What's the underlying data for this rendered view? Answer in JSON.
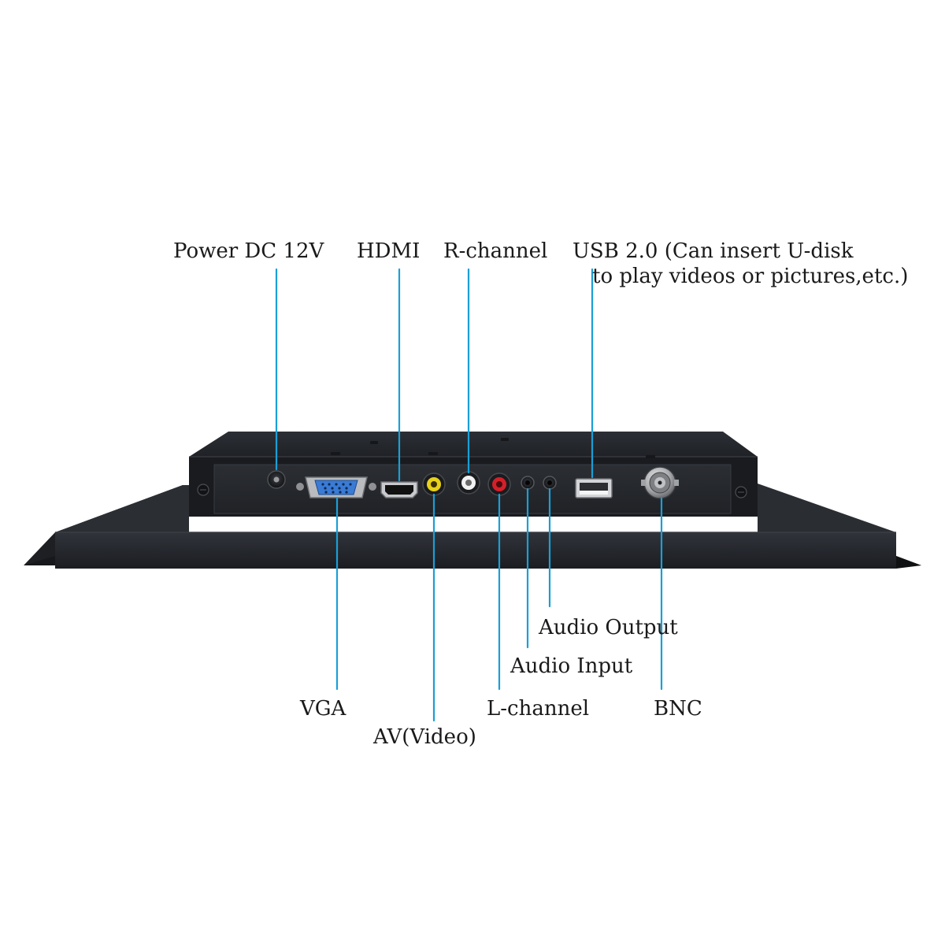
{
  "labels": {
    "power": "Power DC 12V",
    "hdmi": "HDMI",
    "r_channel": "R-channel",
    "usb_line1": "USB 2.0 (Can insert U-disk",
    "usb_line2": "to play videos or pictures,etc.)",
    "audio_output": "Audio Output",
    "audio_input": "Audio Input",
    "vga": "VGA",
    "av_video": "AV(Video)",
    "l_channel": "L-channel",
    "bnc": "BNC"
  },
  "colors": {
    "leader_line": "#1a9fd6",
    "chassis": "#25282d",
    "text": "#1a1a1a",
    "av_yellow": "#e8d21a",
    "r_white": "#f2f2f2",
    "l_red": "#d2202a",
    "vga_blue": "#3a7bd5"
  }
}
